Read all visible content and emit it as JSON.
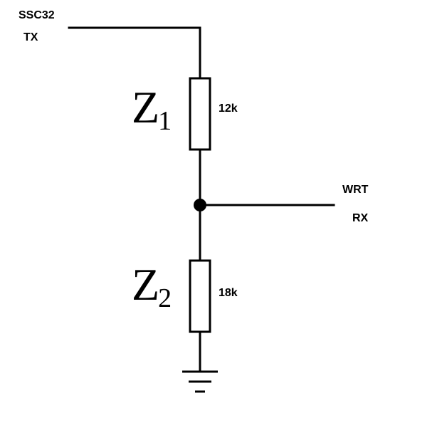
{
  "labels": {
    "source_name": "SSC32",
    "source_pin": "TX",
    "output_name": "WRT",
    "output_pin": "RX"
  },
  "components": [
    {
      "symbol": "Z",
      "index": "1",
      "value": "12k"
    },
    {
      "symbol": "Z",
      "index": "2",
      "value": "18k"
    }
  ],
  "colors": {
    "line": "#000000",
    "background": "#ffffff"
  }
}
